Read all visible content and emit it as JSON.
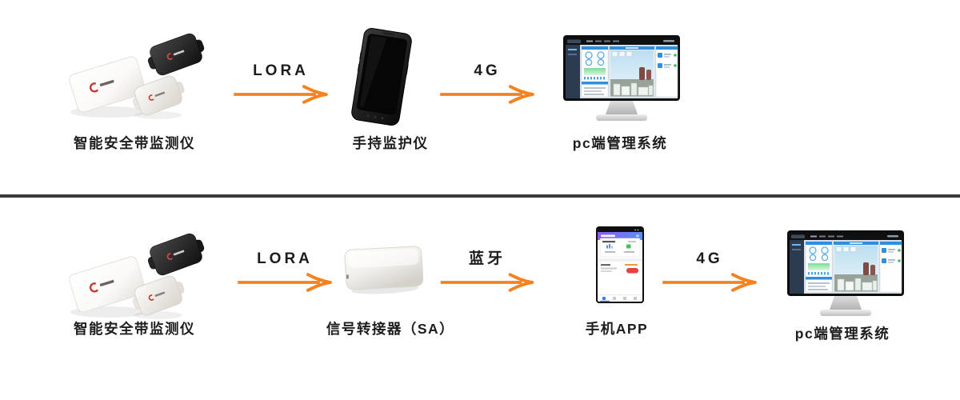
{
  "colors": {
    "arrow_orange": "#F6821F",
    "divider_dark": "#3A3A3A",
    "dashboard_header_blue": "#2F8FDD",
    "phone_header_purple": "#8A5CF0",
    "phone_header_blue": "#5B8DF5",
    "alert_red": "#E8413C",
    "status_green": "#3DBE5B",
    "brand_red": "#C23B32"
  },
  "flow1": {
    "node1": {
      "label": "智能安全带监测仪",
      "image": "smart-safety-belt-monitors"
    },
    "link1": {
      "label": "LORA"
    },
    "node2": {
      "label": "手持监护仪",
      "image": "handheld-monitor"
    },
    "link2": {
      "label": "4G"
    },
    "node3": {
      "label": "pc端管理系统",
      "image": "pc-management-dashboard"
    }
  },
  "flow2": {
    "node1": {
      "label": "智能安全带监测仪",
      "image": "smart-safety-belt-monitors"
    },
    "link1": {
      "label": "LORA"
    },
    "node2": {
      "label": "信号转接器（SA）",
      "image": "signal-adapter-sa"
    },
    "link2": {
      "label": "蓝牙"
    },
    "node3": {
      "label": "手机APP",
      "image": "mobile-app-phone"
    },
    "link3": {
      "label": "4G"
    },
    "node4": {
      "label": "pc端管理系统",
      "image": "pc-management-dashboard"
    }
  }
}
